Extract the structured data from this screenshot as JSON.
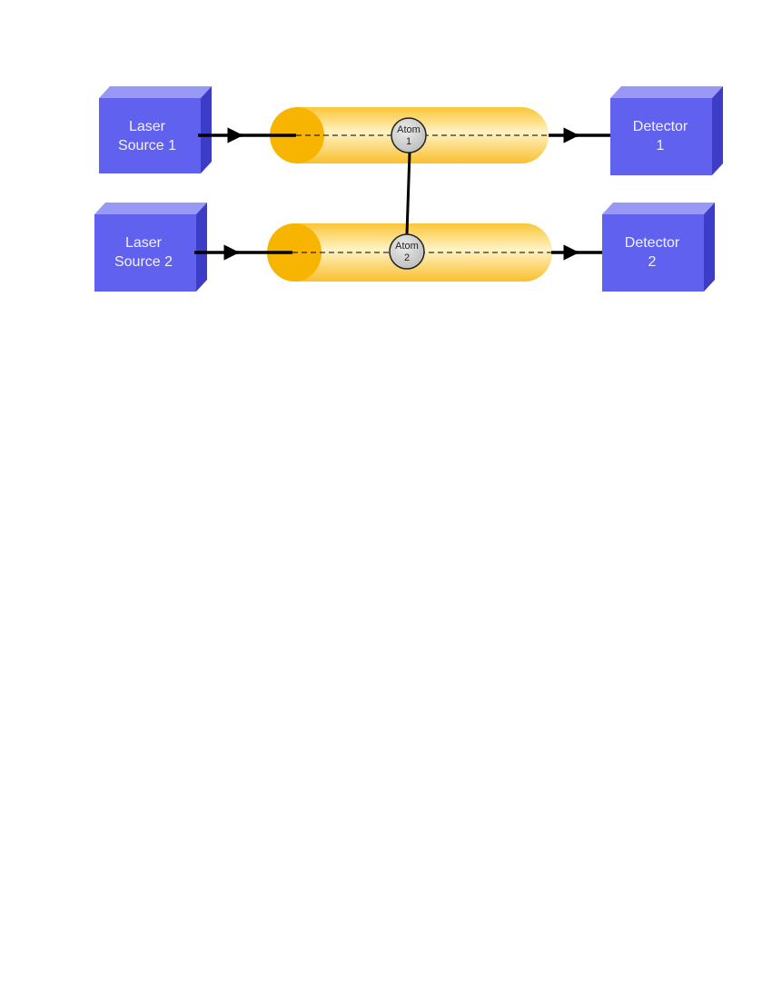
{
  "diagram": {
    "sources": [
      {
        "line1": "Laser",
        "line2": "Source 1"
      },
      {
        "line1": "Laser",
        "line2": "Source 2"
      }
    ],
    "detectors": [
      {
        "line1": "Detector",
        "line2": "1"
      },
      {
        "line1": "Detector",
        "line2": "2"
      }
    ],
    "atoms": [
      {
        "line1": "Atom",
        "line2": "1"
      },
      {
        "line1": "Atom",
        "line2": "2"
      }
    ],
    "colors": {
      "box_front": "#6161f0",
      "box_top": "#9898f6",
      "box_side": "#3c3cc6",
      "cavity": "#fbc93c",
      "cavity_cap": "#f7b400",
      "atom_fill": "#cfcfcf"
    }
  }
}
